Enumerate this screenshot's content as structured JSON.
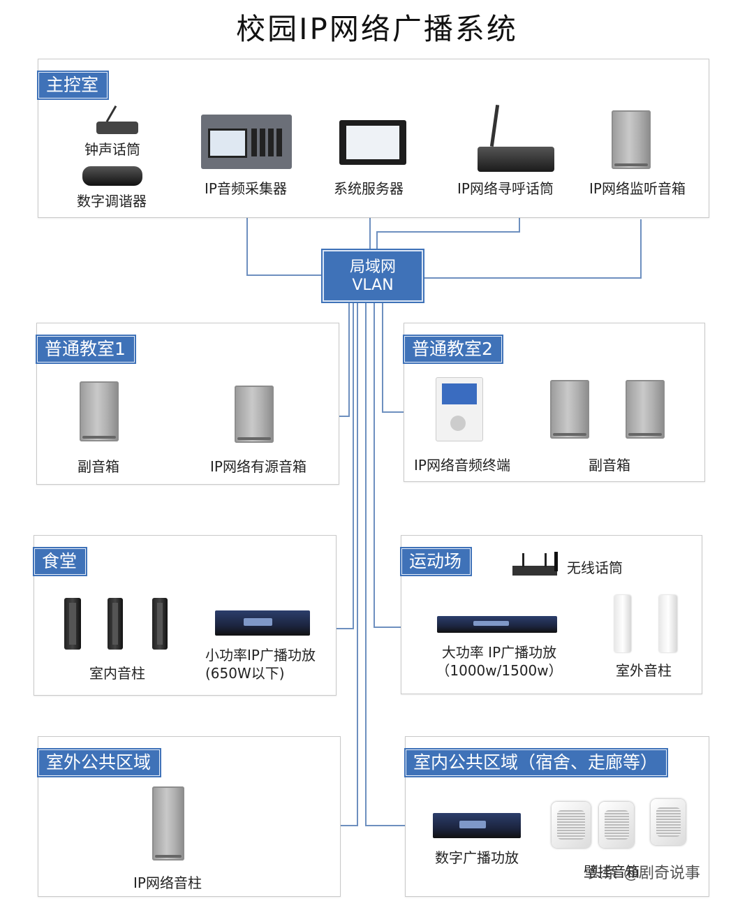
{
  "title": "校园IP网络广播系统",
  "network": {
    "line1": "局域网",
    "line2": "VLAN"
  },
  "sections": {
    "main_control": {
      "title": "主控室",
      "devices": {
        "bell_mic": "钟声话筒",
        "digital_tuner": "数字调谐器",
        "ip_audio_collector": "IP音频采集器",
        "system_server": "系统服务器",
        "ip_paging_mic": "IP网络寻呼话筒",
        "ip_monitor_speaker": "IP网络监听音箱"
      }
    },
    "classroom1": {
      "title": "普通教室1",
      "devices": {
        "sub_speaker": "副音箱",
        "ip_active_speaker": "IP网络有源音箱"
      }
    },
    "classroom2": {
      "title": "普通教室2",
      "devices": {
        "ip_audio_terminal": "IP网络音频终端",
        "sub_speaker": "副音箱"
      }
    },
    "canteen": {
      "title": "食堂",
      "devices": {
        "indoor_column": "室内音柱",
        "small_amp_line1": "小功率IP广播功放",
        "small_amp_line2": "(650W以下)"
      }
    },
    "sports_field": {
      "title": "运动场",
      "devices": {
        "wireless_mic": "无线话筒",
        "big_amp_line1": "大功率 IP广播功放",
        "big_amp_line2": "（1000w/1500w）",
        "outdoor_column": "室外音柱"
      }
    },
    "outdoor_public": {
      "title": "室外公共区域",
      "devices": {
        "ip_column": "IP网络音柱"
      }
    },
    "indoor_public": {
      "title": "室内公共区域（宿舍、走廊等）",
      "devices": {
        "digital_amp": "数字广播功放",
        "wall_speaker": "壁挂音箱"
      }
    }
  },
  "watermark": "头条 @剧奇说事"
}
